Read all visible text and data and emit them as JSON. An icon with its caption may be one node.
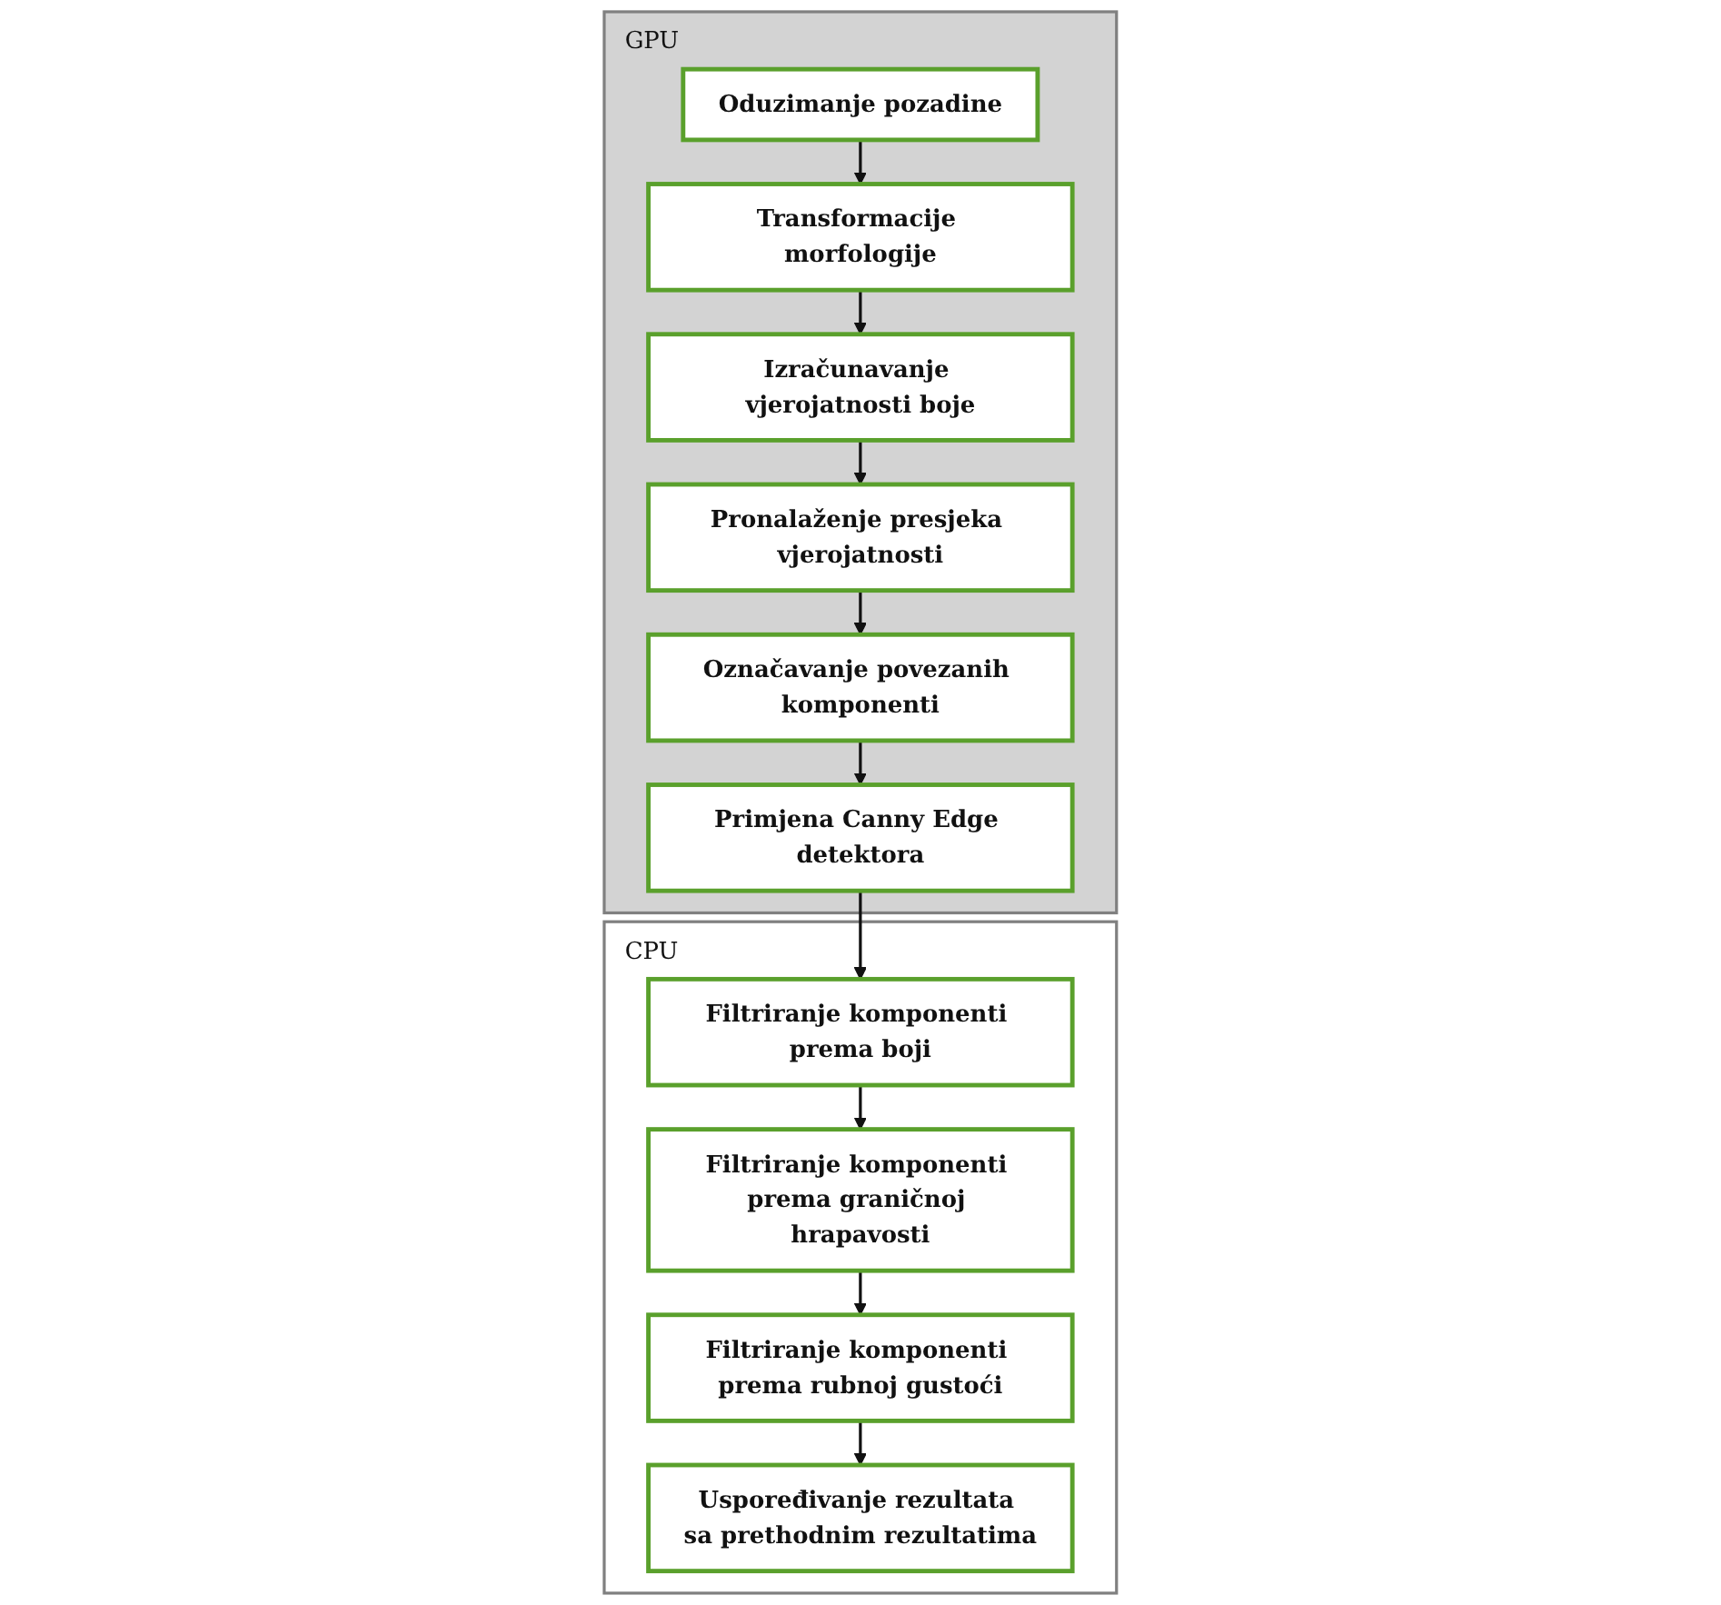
{
  "diagram": {
    "nodes": [
      {
        "text": [
          "GPU"
        ]
      },
      {
        "text": [
          "Oduzimanje pozadine"
        ],
        "in": 0
      },
      {
        "text": [
          "Transformacije morfologije"
        ],
        "in": 0
      },
      {
        "text": [
          "Izračunavanje vjerojatnosti boje"
        ],
        "in": 0
      },
      {
        "text": [
          "Pronalaženje presjeka vjerojatnosti"
        ],
        "in": 0
      },
      {
        "text": [
          "Označavanje povezanih komponenti"
        ],
        "in": 0
      },
      {
        "text": [
          "Primjena Canny Edge detektora"
        ],
        "in": 0
      },
      {
        "text": [
          "CPU"
        ]
      },
      {
        "text": [
          "Filtriranje komponenti prema boji"
        ],
        "in": 7
      },
      {
        "text": [
          "Filtriranje komponenti prema graničnoj hrapavosti"
        ],
        "in": 7
      },
      {
        "text": [
          "Filtriranje komponenti prema rubnoj gustoći"
        ],
        "in": 7
      },
      {
        "text": [
          "Uspoređivanje rezultata sa prethodnim rezultatima"
        ],
        "in": 7
      }
    ],
    "edges": [
      {
        "from": 1,
        "to": 2,
        "arrow": "to"
      },
      {
        "from": 2,
        "to": 3,
        "arrow": "to"
      },
      {
        "from": 3,
        "to": 4,
        "arrow": "to"
      },
      {
        "from": 4,
        "to": 5,
        "arrow": "to"
      },
      {
        "from": 5,
        "to": 6,
        "arrow": "to"
      },
      {
        "from": 6,
        "to": 8,
        "arrow": "to"
      },
      {
        "from": 8,
        "to": 9,
        "arrow": "to"
      },
      {
        "from": 9,
        "to": 10,
        "arrow": "to"
      },
      {
        "from": 10,
        "to": 11,
        "arrow": "to"
      }
    ]
  }
}
